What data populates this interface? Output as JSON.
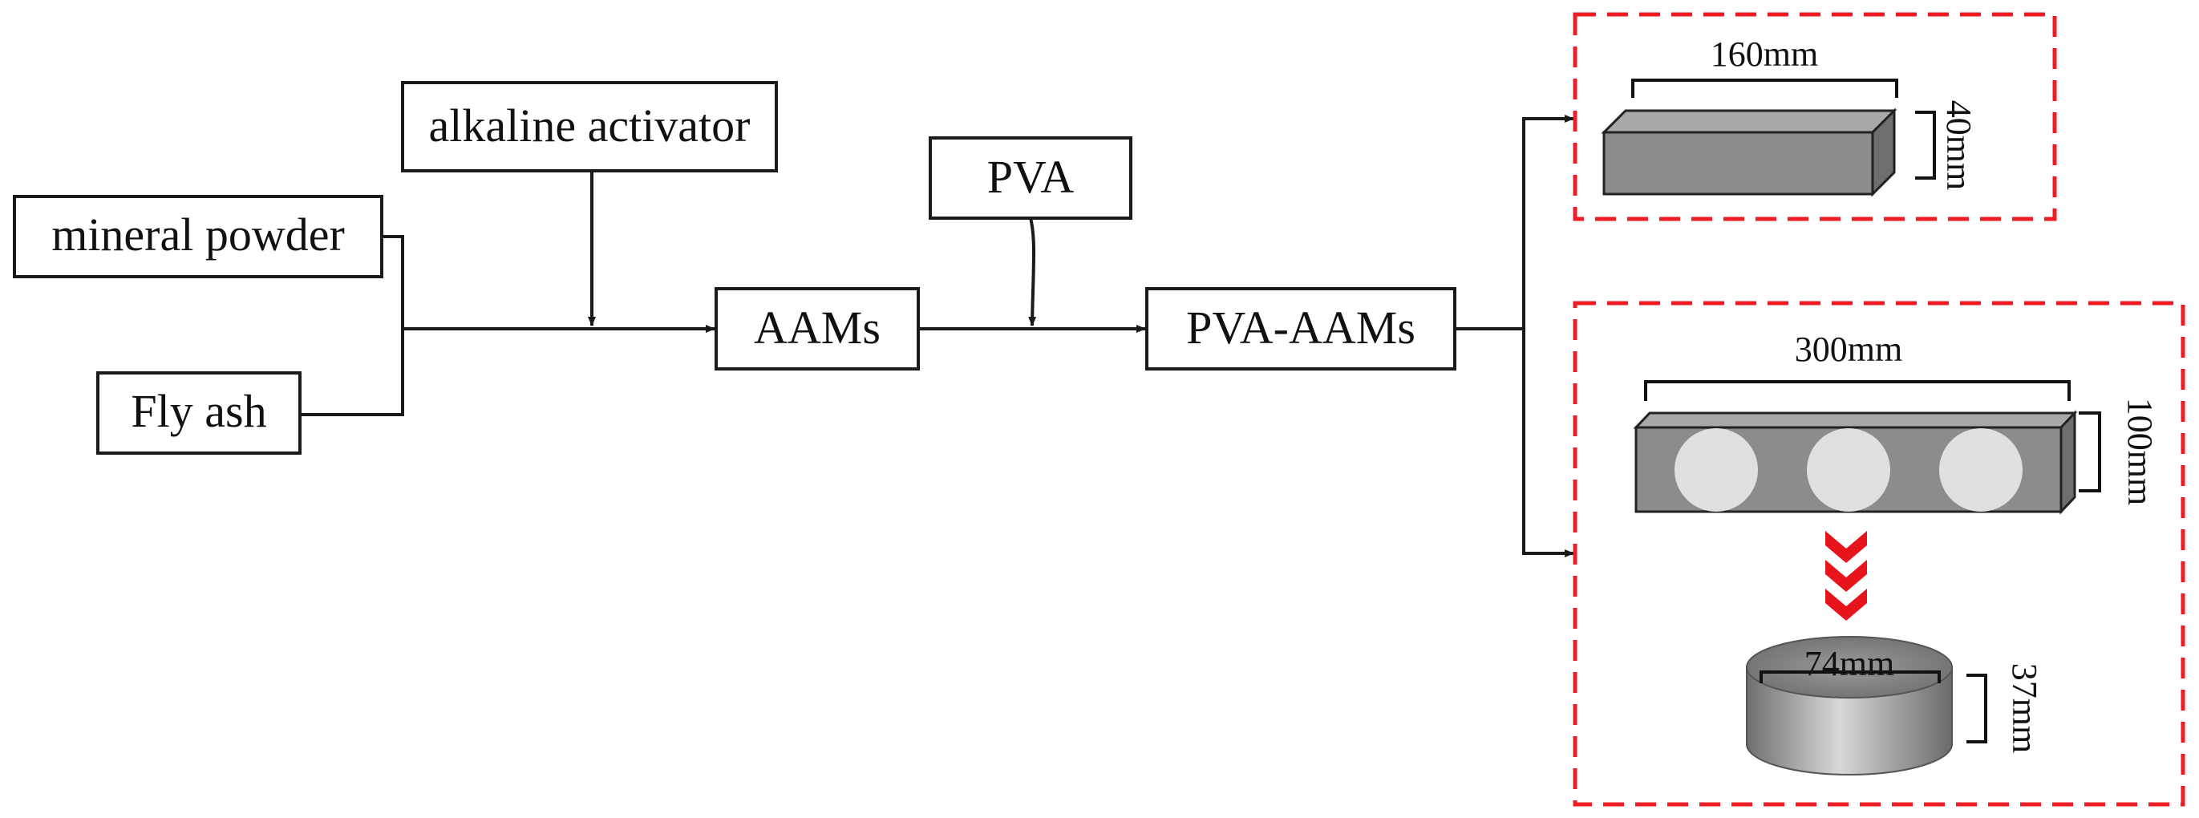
{
  "colors": {
    "stroke": "#1a1a1a",
    "dashed_frame": "#ee1c24",
    "specimen_fill": "#8c8c8c",
    "chevron": "#e8141c"
  },
  "inputs": {
    "mineral_powder": "mineral powder",
    "fly_ash": "Fly ash",
    "alkaline_activator": "alkaline activator",
    "pva": "PVA"
  },
  "products": {
    "aams": "AAMs",
    "pva_aams": "PVA-AAMs"
  },
  "specimens": {
    "prism": {
      "length": "160mm",
      "height": "40mm"
    },
    "beam": {
      "length": "300mm",
      "height": "100mm"
    },
    "core": {
      "diameter": "74mm",
      "height": "37mm"
    }
  },
  "icons": [
    "arrow-right-icon",
    "arrow-down-icon",
    "chevron-down-icon"
  ]
}
